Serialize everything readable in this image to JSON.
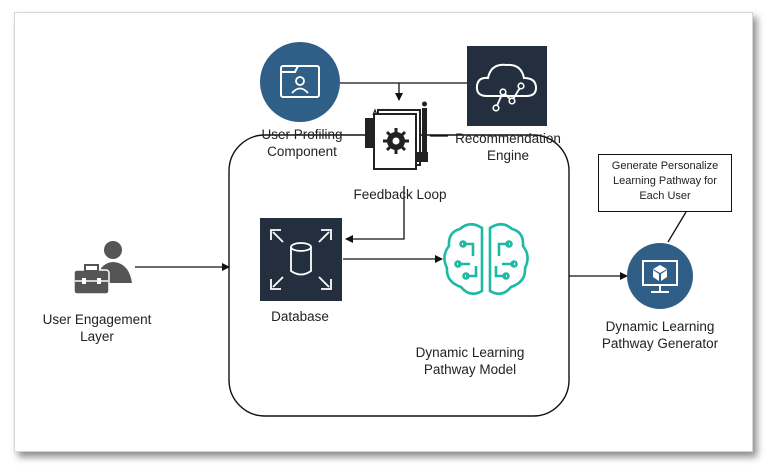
{
  "nodes": {
    "user_profiling": {
      "label_line1": "User Profiling",
      "label_line2": "Component",
      "icon": "folder-user-icon",
      "color": "#2f5f86"
    },
    "recommendation_engine": {
      "label_line1": "Recommendation",
      "label_line2": "Engine",
      "icon": "cloud-network-icon",
      "color": "#232f3e"
    },
    "feedback_loop": {
      "label": "Feedback Loop",
      "icon": "document-gear-icon"
    },
    "database": {
      "label": "Database",
      "icon": "database-icon",
      "color": "#232f3e"
    },
    "model": {
      "label_line1": "Dynamic Learning",
      "label_line2": "Pathway Model",
      "icon": "brain-circuit-icon",
      "color": "#1db9a4"
    },
    "user_engagement": {
      "label_line1": "User Engagement",
      "label_line2": "Layer",
      "icon": "user-briefcase-icon",
      "color": "#555555"
    },
    "generator": {
      "label_line1": "Dynamic Learning",
      "label_line2": "Pathway Generator",
      "icon": "monitor-cube-icon",
      "color": "#2f5f86"
    }
  },
  "callout": {
    "line1": "Generate Personalize",
    "line2": "Learning Pathway for",
    "line3": "Each User"
  }
}
